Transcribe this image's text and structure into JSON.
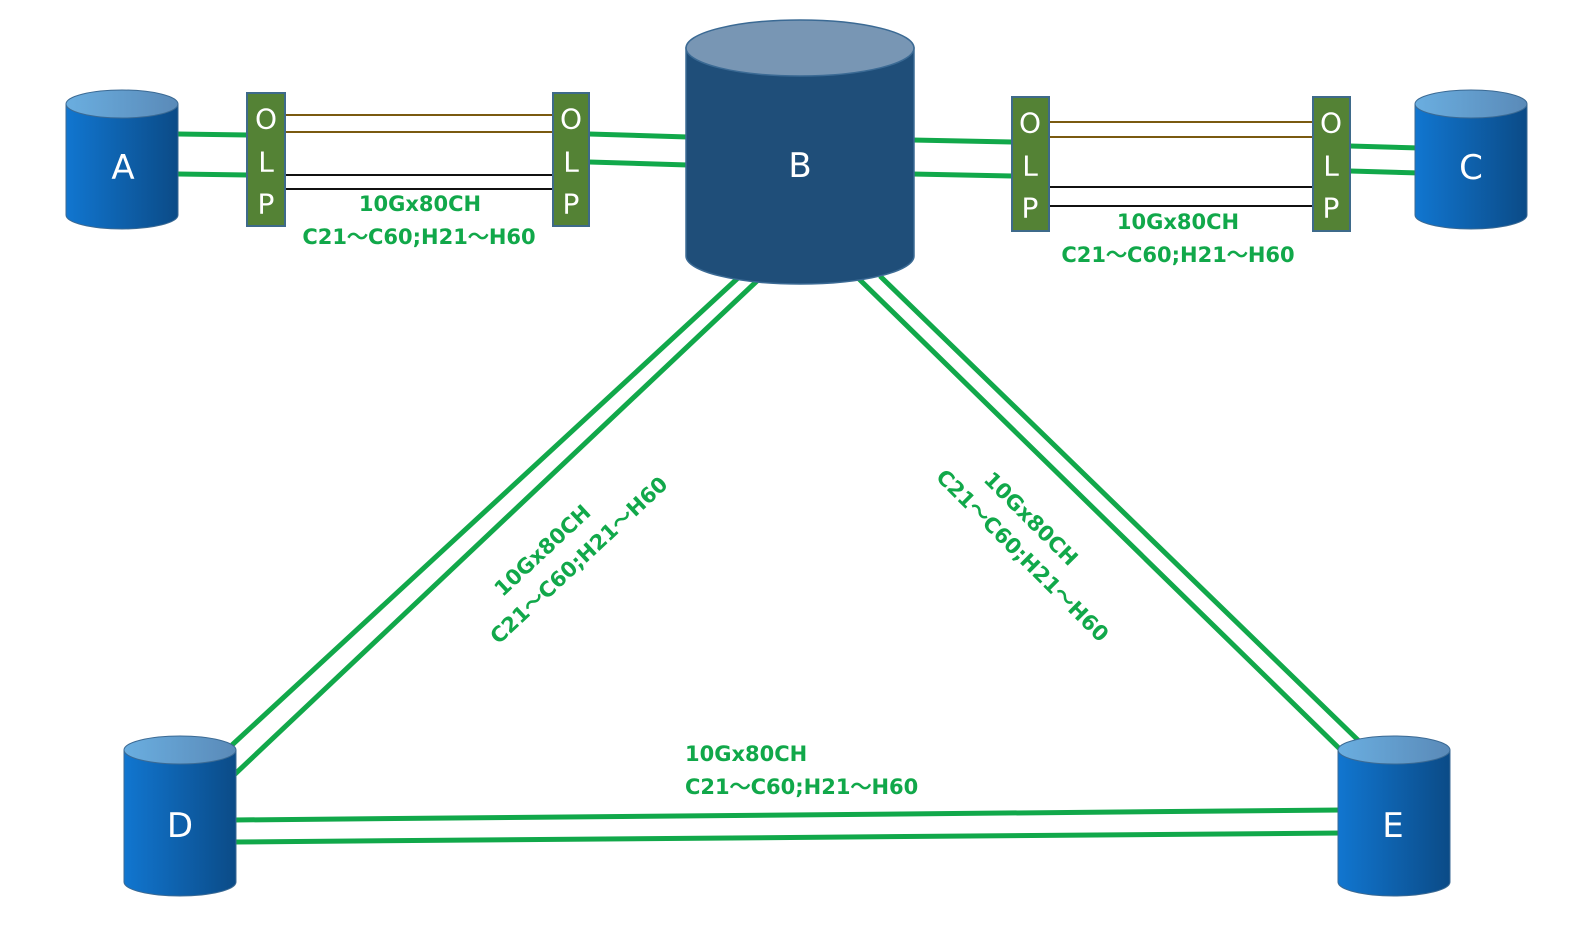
{
  "colors": {
    "link_green": "#11a84a",
    "olp_fill": "#548235",
    "olp_border": "#3e6a8a",
    "node_blue_light": "#1170c6",
    "node_blue_dark": "#0c4a85",
    "node_core_fill": "#1f4e79",
    "node_core_top": "#7896b4",
    "fiber_brown": "#7a5a10",
    "fiber_black": "#111111"
  },
  "nodes": {
    "A": {
      "label": "A"
    },
    "B": {
      "label": "B"
    },
    "C": {
      "label": "C"
    },
    "D": {
      "label": "D"
    },
    "E": {
      "label": "E"
    }
  },
  "olp": {
    "letters": [
      "O",
      "L",
      "P"
    ]
  },
  "links": {
    "a_b": {
      "line1": "10Gx80CH",
      "line2": "C21～C60;H21～H60"
    },
    "b_c": {
      "line1": "10Gx80CH",
      "line2": "C21～C60;H21～H60"
    },
    "b_d": {
      "line1": "10Gx80CH",
      "line2": "C21～C60;H21～H60"
    },
    "b_e": {
      "line1": "10Gx80CH",
      "line2": "C21～C60;H21～H60"
    },
    "d_e": {
      "line1": "10Gx80CH",
      "line2": "C21～C60;H21～H60"
    }
  }
}
